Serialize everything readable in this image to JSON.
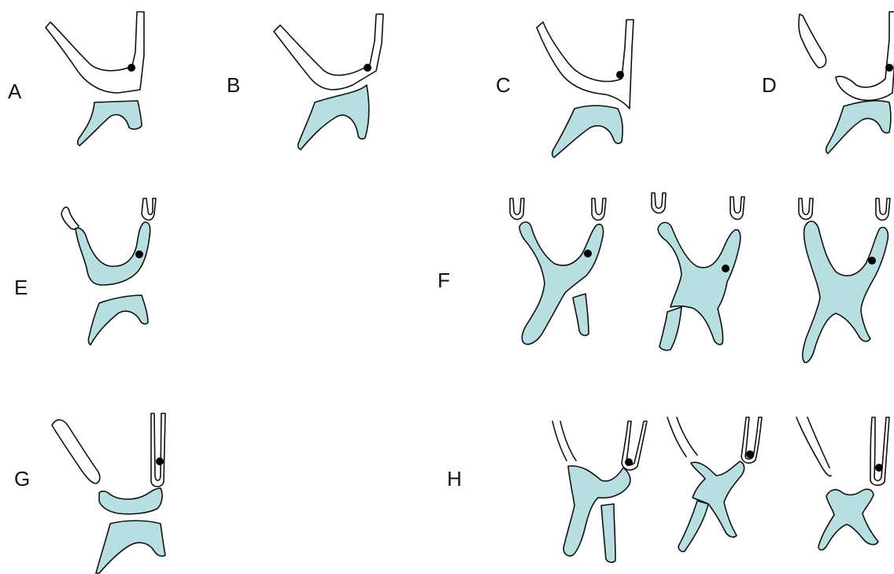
{
  "panels": [
    {
      "label": "A"
    },
    {
      "label": "B"
    },
    {
      "label": "C"
    },
    {
      "label": "D"
    },
    {
      "label": "E"
    },
    {
      "label": "F"
    },
    {
      "label": "G"
    },
    {
      "label": "H"
    }
  ],
  "colors": {
    "shaded_fill": "#b7dfe2",
    "outline": "#111111",
    "dot": "#000000",
    "background": "#ffffff"
  }
}
